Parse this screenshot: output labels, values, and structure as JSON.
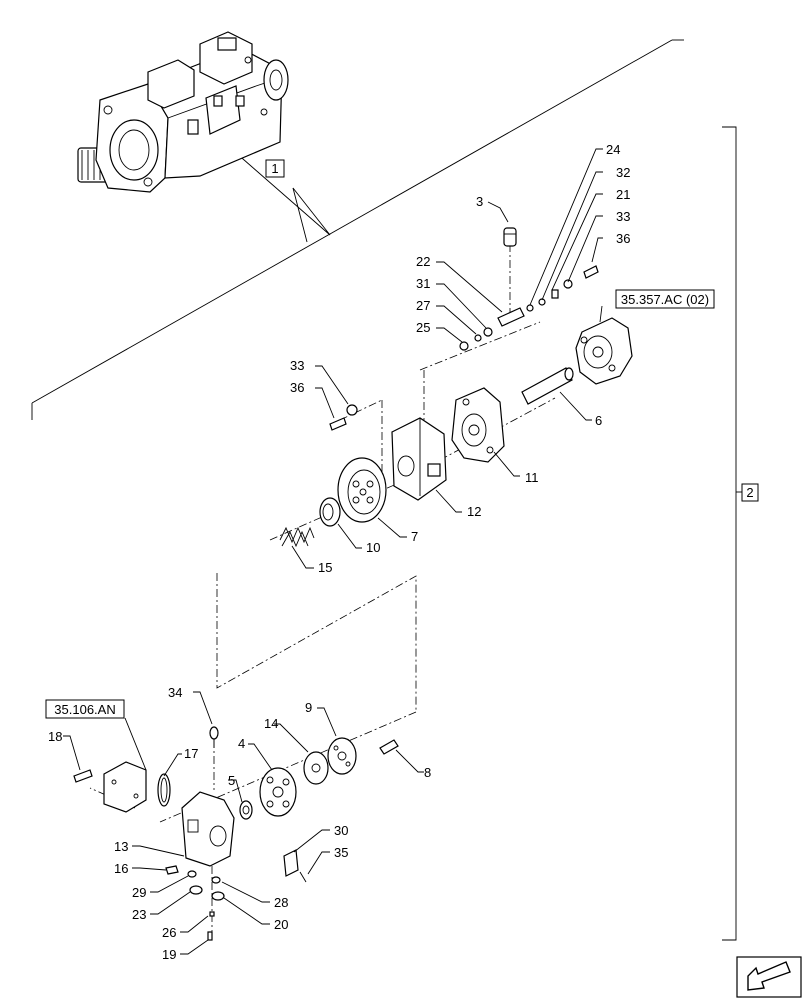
{
  "callouts": {
    "c1": "1",
    "c2": "2",
    "c3": "3",
    "c4": "4",
    "c5": "5",
    "c6": "6",
    "c7": "7",
    "c8": "8",
    "c9": "9",
    "c10": "10",
    "c11": "11",
    "c12": "12",
    "c13": "13",
    "c14": "14",
    "c15": "15",
    "c16": "16",
    "c17": "17",
    "c18": "18",
    "c19": "19",
    "c20": "20",
    "c21": "21",
    "c22": "22",
    "c23": "23",
    "c24": "24",
    "c25": "25",
    "c26": "26",
    "c27": "27",
    "c28": "28",
    "c29": "29",
    "c30": "30",
    "c31": "31",
    "c32": "32",
    "c33a": "33",
    "c33b": "33",
    "c34": "34",
    "c35": "35",
    "c36a": "36",
    "c36b": "36"
  },
  "references": {
    "ref_ac": "35.357.AC (02)",
    "ref_an": "35.106.AN"
  },
  "nav_icon": "back-arrow-icon"
}
